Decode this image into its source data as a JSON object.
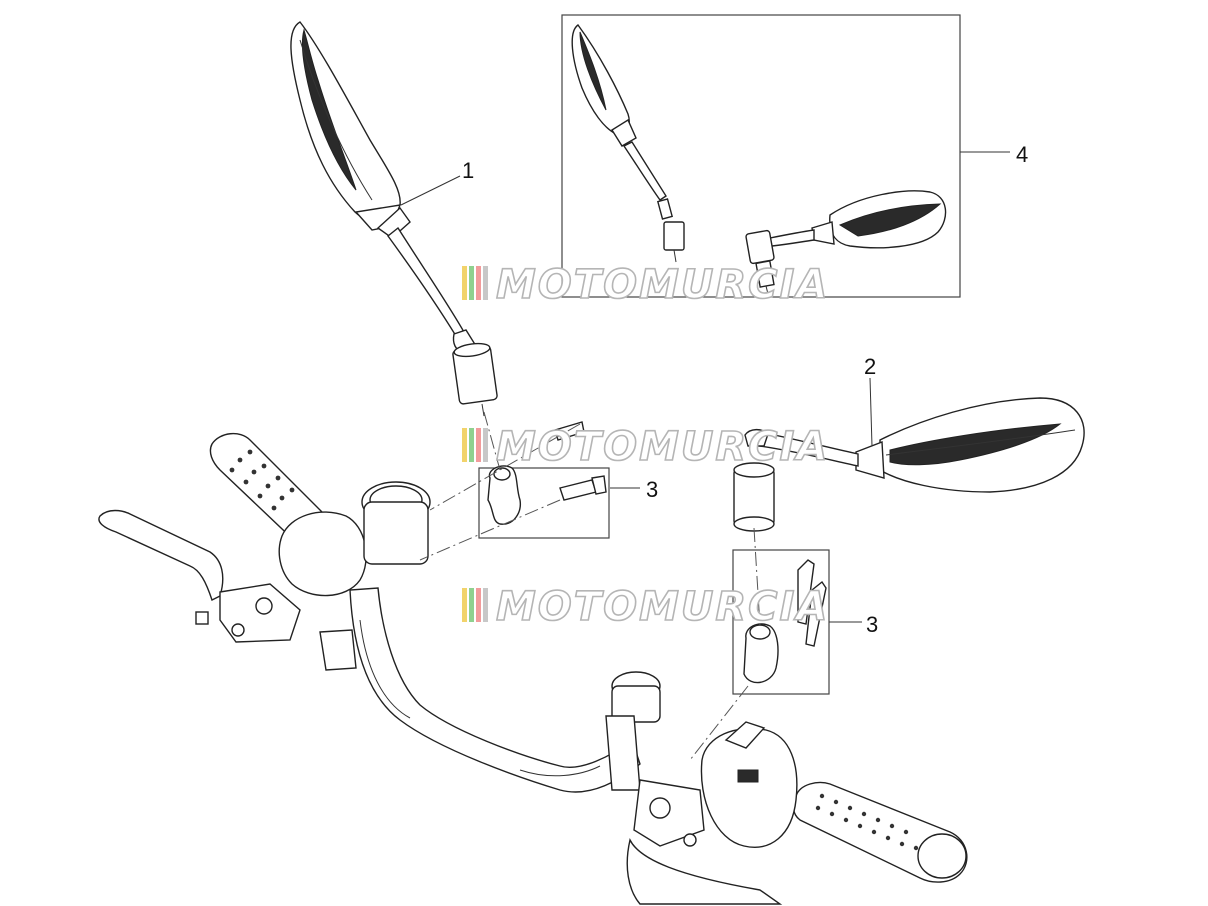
{
  "callouts": {
    "c1": "1",
    "c2": "2",
    "c3a": "3",
    "c3b": "3",
    "c4": "4"
  },
  "watermark": {
    "text": "MOTOMURCIA",
    "stripe_colors": [
      "#f2d36b",
      "#8fd18f",
      "#f29b9b",
      "#c8c8c8"
    ]
  }
}
